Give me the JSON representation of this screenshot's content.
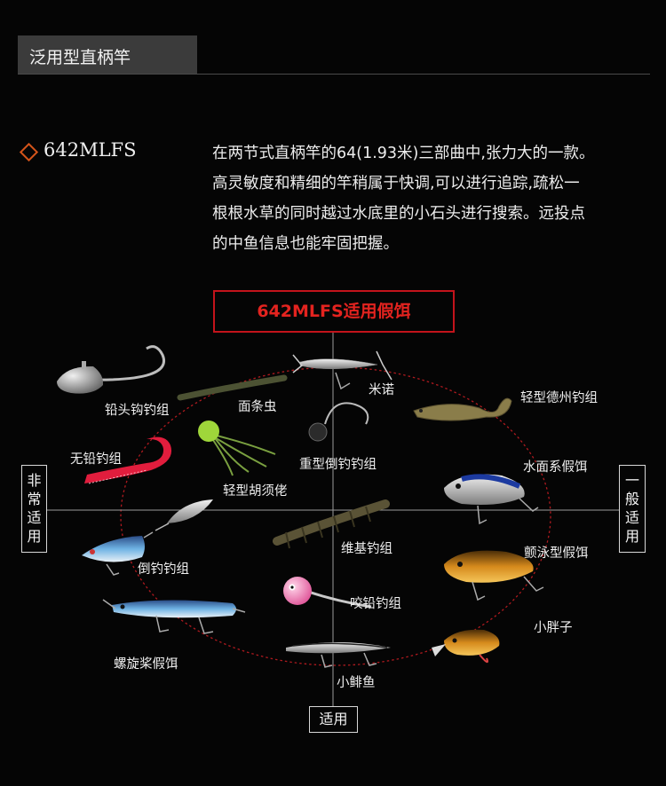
{
  "header": {
    "title": "泛用型直柄竿"
  },
  "product": {
    "model": "642MLFS",
    "description_lines": [
      "在两节式直柄竿的64(1.93米)三部曲中,张力大的一款。",
      "高灵敏度和精细的竿稍属于快调,可以进行追踪,疏松一",
      "根根水草的同时越过水底里的小石头进行搜索。远投点",
      "的中鱼信息也能牢固把握。"
    ]
  },
  "lures_section": {
    "title": "642MLFS适用假饵",
    "axis_left": [
      "非",
      "常",
      "适",
      "用"
    ],
    "axis_right": [
      "一",
      "般",
      "适",
      "用"
    ],
    "axis_bottom": "适用",
    "lure_labels": {
      "jighead": "铅头钩钓组",
      "worm": "面条虫",
      "pencil": "米诺",
      "swimbait": "轻型德州钓组",
      "noslink": "无铅钓组",
      "rubberjig": "轻型胡须佬",
      "heavydrop": "重型倒钓钓组",
      "topwater": "水面系假饵",
      "dropshot": "倒钓钓组",
      "wacky": "维基钓组",
      "vib": "颤泳型假饵",
      "bite": "咬铅钓组",
      "fatty": "小胖子",
      "spinnerbait": "螺旋桨假饵",
      "minnow": "小鲱鱼"
    }
  },
  "colors": {
    "accent_red": "#c3131b",
    "diamond_orange": "#d4541a",
    "header_bar": "#3b3b3b"
  }
}
